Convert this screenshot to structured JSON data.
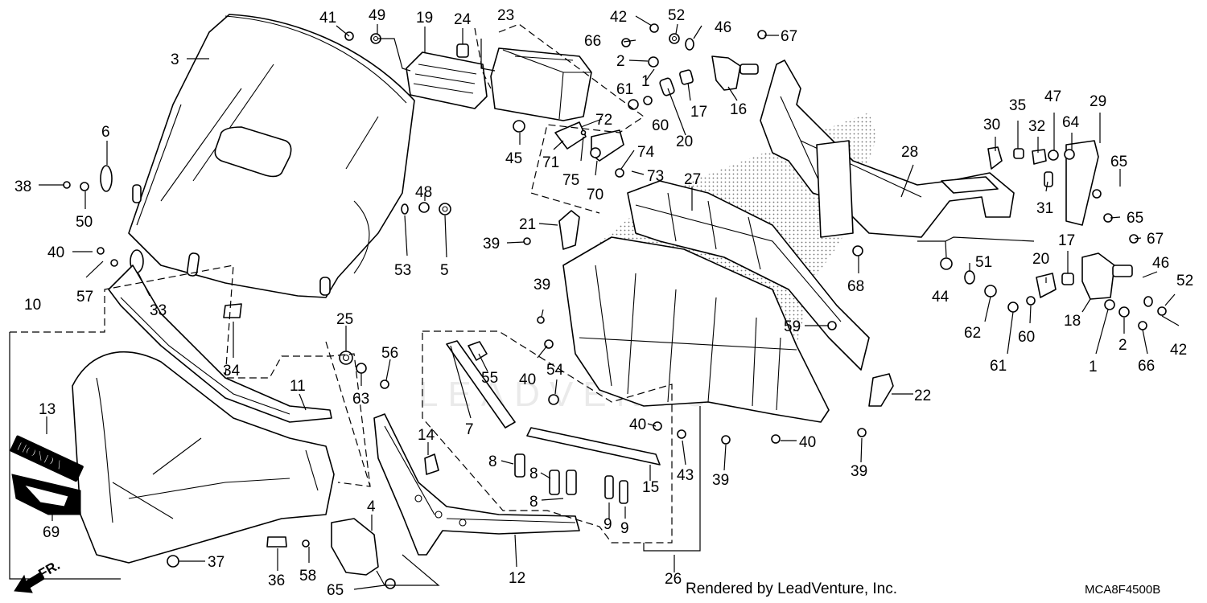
{
  "diagram": {
    "callouts": [
      {
        "id": "c3",
        "text": "3"
      },
      {
        "id": "c41",
        "text": "41"
      },
      {
        "id": "c49",
        "text": "49"
      },
      {
        "id": "c19",
        "text": "19"
      },
      {
        "id": "c24",
        "text": "24"
      },
      {
        "id": "c23",
        "text": "23"
      },
      {
        "id": "c42a",
        "text": "42"
      },
      {
        "id": "c52a",
        "text": "52"
      },
      {
        "id": "c46a",
        "text": "46"
      },
      {
        "id": "c67a",
        "text": "67"
      },
      {
        "id": "c66a",
        "text": "66"
      },
      {
        "id": "c2a",
        "text": "2"
      },
      {
        "id": "c1a",
        "text": "1"
      },
      {
        "id": "c61a",
        "text": "61"
      },
      {
        "id": "c60a",
        "text": "60"
      },
      {
        "id": "c17a",
        "text": "17"
      },
      {
        "id": "c16",
        "text": "16"
      },
      {
        "id": "c20a",
        "text": "20"
      },
      {
        "id": "c6",
        "text": "6"
      },
      {
        "id": "c38",
        "text": "38"
      },
      {
        "id": "c50",
        "text": "50"
      },
      {
        "id": "c45",
        "text": "45"
      },
      {
        "id": "c72",
        "text": "72"
      },
      {
        "id": "c71",
        "text": "71"
      },
      {
        "id": "c75",
        "text": "75"
      },
      {
        "id": "c74",
        "text": "74"
      },
      {
        "id": "c73",
        "text": "73"
      },
      {
        "id": "c70",
        "text": "70"
      },
      {
        "id": "c48",
        "text": "48"
      },
      {
        "id": "c40a",
        "text": "40"
      },
      {
        "id": "c57",
        "text": "57"
      },
      {
        "id": "c33",
        "text": "33"
      },
      {
        "id": "c53",
        "text": "53"
      },
      {
        "id": "c5",
        "text": "5"
      },
      {
        "id": "c21",
        "text": "21"
      },
      {
        "id": "c39a",
        "text": "39"
      },
      {
        "id": "c27",
        "text": "27"
      },
      {
        "id": "c28",
        "text": "28"
      },
      {
        "id": "c35",
        "text": "35"
      },
      {
        "id": "c30",
        "text": "30"
      },
      {
        "id": "c32",
        "text": "32"
      },
      {
        "id": "c47",
        "text": "47"
      },
      {
        "id": "c64",
        "text": "64"
      },
      {
        "id": "c29",
        "text": "29"
      },
      {
        "id": "c65a",
        "text": "65"
      },
      {
        "id": "c31",
        "text": "31"
      },
      {
        "id": "c65b",
        "text": "65"
      },
      {
        "id": "c67b",
        "text": "67"
      },
      {
        "id": "c17b",
        "text": "17"
      },
      {
        "id": "c20b",
        "text": "20"
      },
      {
        "id": "c46b",
        "text": "46"
      },
      {
        "id": "c52b",
        "text": "52"
      },
      {
        "id": "c51",
        "text": "51"
      },
      {
        "id": "c44",
        "text": "44"
      },
      {
        "id": "c68",
        "text": "68"
      },
      {
        "id": "c62",
        "text": "62"
      },
      {
        "id": "c61b",
        "text": "61"
      },
      {
        "id": "c60b",
        "text": "60"
      },
      {
        "id": "c18",
        "text": "18"
      },
      {
        "id": "c1b",
        "text": "1"
      },
      {
        "id": "c2b",
        "text": "2"
      },
      {
        "id": "c66b",
        "text": "66"
      },
      {
        "id": "c42b",
        "text": "42"
      },
      {
        "id": "c10",
        "text": "10"
      },
      {
        "id": "c34",
        "text": "34"
      },
      {
        "id": "c25",
        "text": "25"
      },
      {
        "id": "c63",
        "text": "63"
      },
      {
        "id": "c56",
        "text": "56"
      },
      {
        "id": "c11",
        "text": "11"
      },
      {
        "id": "c39b",
        "text": "39"
      },
      {
        "id": "c40b",
        "text": "40"
      },
      {
        "id": "c54",
        "text": "54"
      },
      {
        "id": "c55",
        "text": "55"
      },
      {
        "id": "c7",
        "text": "7"
      },
      {
        "id": "c59",
        "text": "59"
      },
      {
        "id": "c22",
        "text": "22"
      },
      {
        "id": "c40c",
        "text": "40"
      },
      {
        "id": "c43",
        "text": "43"
      },
      {
        "id": "c39c",
        "text": "39"
      },
      {
        "id": "c40d",
        "text": "40"
      },
      {
        "id": "c39d",
        "text": "39"
      },
      {
        "id": "c13",
        "text": "13"
      },
      {
        "id": "c14",
        "text": "14"
      },
      {
        "id": "c8a",
        "text": "8"
      },
      {
        "id": "c8b",
        "text": "8"
      },
      {
        "id": "c8c",
        "text": "8"
      },
      {
        "id": "c15",
        "text": "15"
      },
      {
        "id": "c9a",
        "text": "9"
      },
      {
        "id": "c9b",
        "text": "9"
      },
      {
        "id": "c4",
        "text": "4"
      },
      {
        "id": "c69",
        "text": "69"
      },
      {
        "id": "c37",
        "text": "37"
      },
      {
        "id": "c36",
        "text": "36"
      },
      {
        "id": "c58",
        "text": "58"
      },
      {
        "id": "c65c",
        "text": "65"
      },
      {
        "id": "c12",
        "text": "12"
      },
      {
        "id": "c26",
        "text": "26"
      }
    ]
  },
  "footer": {
    "rendered_by": "Rendered by LeadVenture, Inc.",
    "diagram_code": "MCA8F4500B"
  },
  "labels": {
    "front_arrow": "FR.",
    "brand_badge": "HONDA",
    "watermark": "LEADVENTURE"
  }
}
